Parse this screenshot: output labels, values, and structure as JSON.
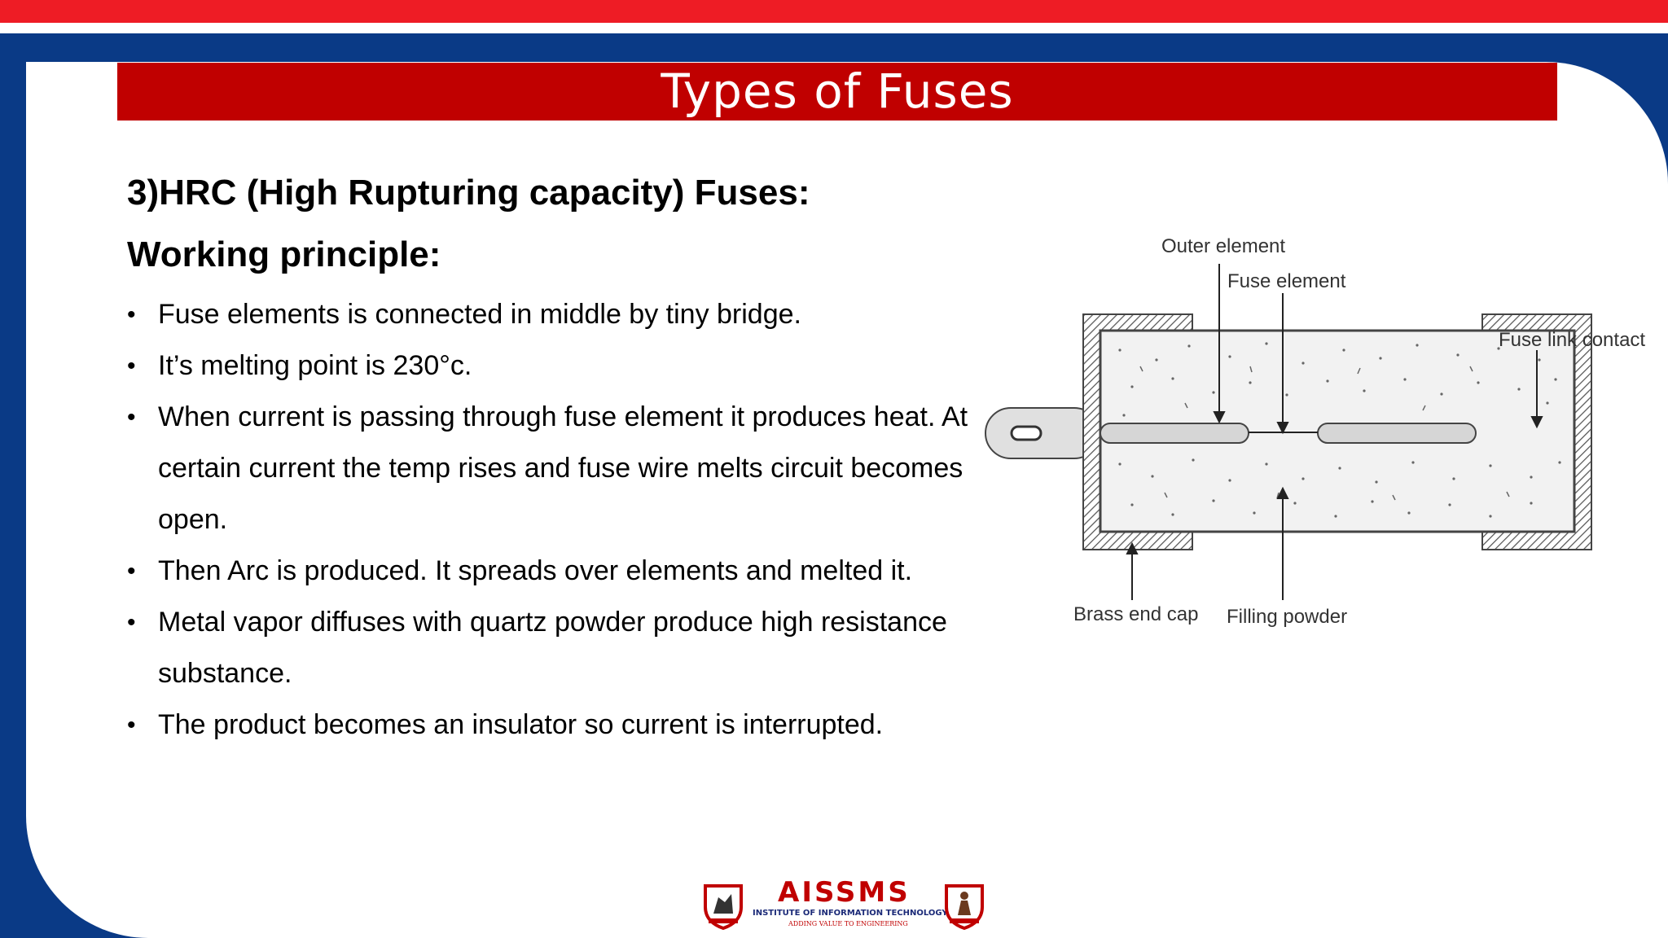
{
  "slide": {
    "title": "Types of Fuses",
    "heading": "3)HRC (High Rupturing capacity) Fuses:",
    "subheading": "Working principle:",
    "bullets": [
      "Fuse elements is connected in middle by tiny bridge.",
      "It’s melting point is 230°c.",
      "When current is passing through fuse element it produces heat. At certain current the temp rises and fuse wire melts circuit becomes open.",
      "Then Arc is produced. It spreads over elements and melted it.",
      "Metal vapor diffuses with quartz powder produce high resistance substance.",
      "The product becomes an insulator so current is interrupted."
    ]
  },
  "diagram": {
    "labels": {
      "outer_element": "Outer element",
      "fuse_element": "Fuse element",
      "fuse_link_contact": "Fuse link contact",
      "brass_end_cap": "Brass end cap",
      "filling_powder": "Filling powder"
    }
  },
  "logo": {
    "name": "AISSMS",
    "subtitle": "INSTITUTE OF INFORMATION TECHNOLOGY",
    "tagline": "ADDING VALUE TO ENGINEERING"
  },
  "colors": {
    "top_stripe": "#ee1c25",
    "frame": "#0a3a86",
    "title_bar": "#c00000"
  }
}
